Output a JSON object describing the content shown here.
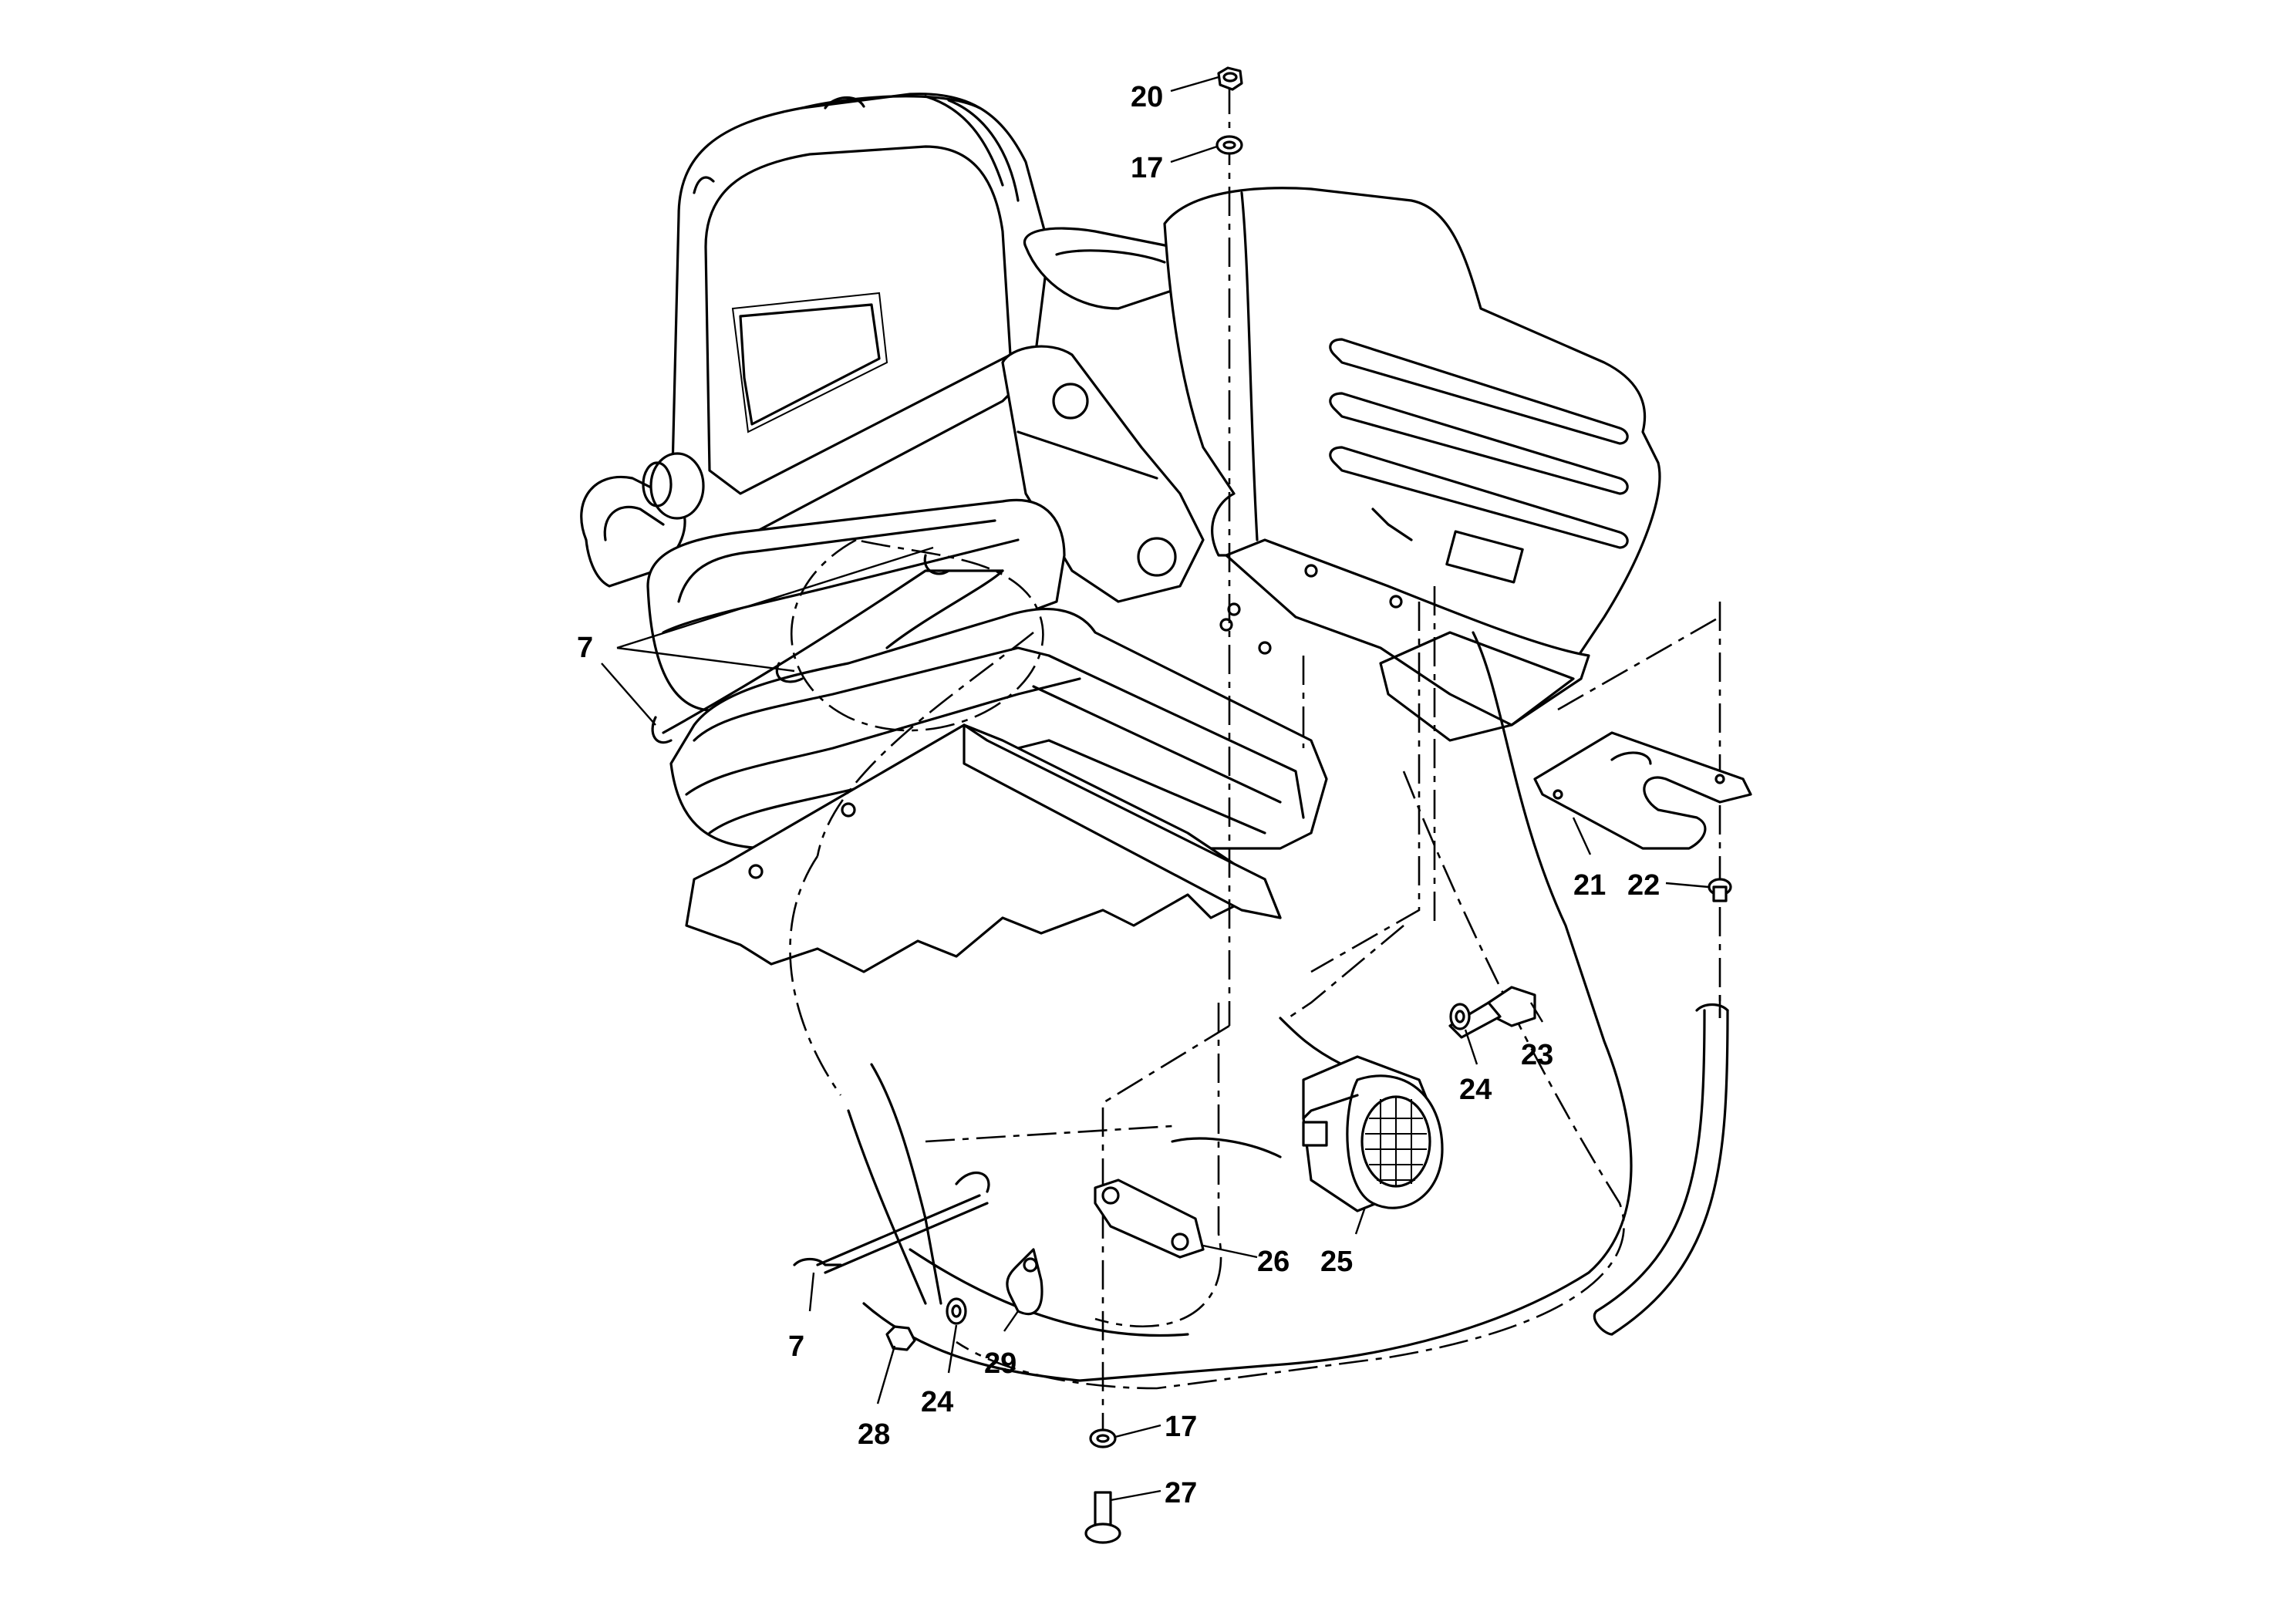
{
  "callouts": {
    "c20": "20",
    "c17a": "17",
    "c7a": "7",
    "c21": "21",
    "c22": "22",
    "c23": "23",
    "c24a": "24",
    "c25": "25",
    "c26": "26",
    "c7b": "7",
    "c29": "29",
    "c24b": "24",
    "c28": "28",
    "c17b": "17",
    "c27": "27"
  }
}
